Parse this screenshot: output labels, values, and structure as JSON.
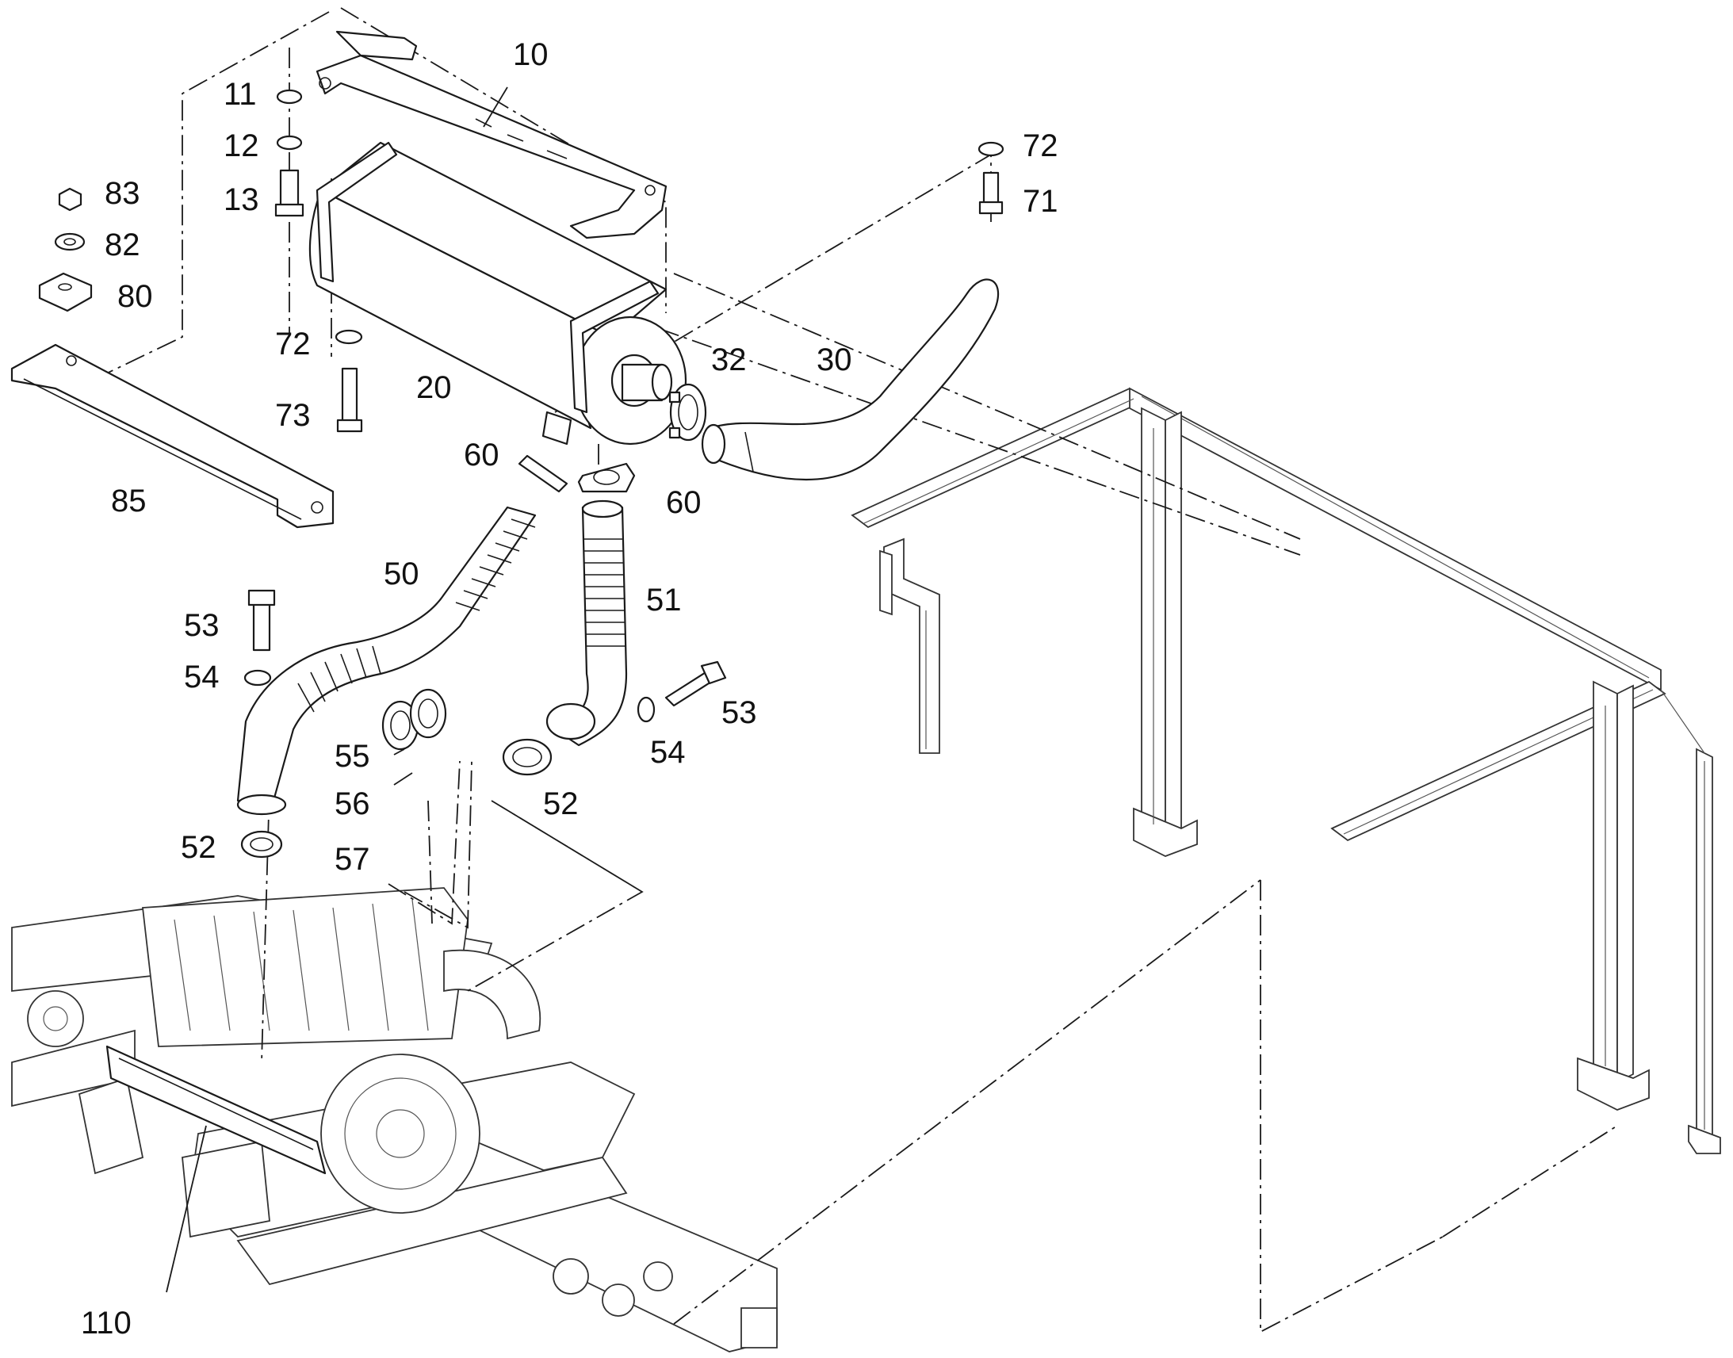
{
  "colors": {
    "line": "#1a1a1a",
    "background": "#ffffff"
  },
  "callouts": [
    {
      "id": "c10",
      "text": "10"
    },
    {
      "id": "c11",
      "text": "11"
    },
    {
      "id": "c12",
      "text": "12"
    },
    {
      "id": "c13",
      "text": "13"
    },
    {
      "id": "c83",
      "text": "83"
    },
    {
      "id": "c82",
      "text": "82"
    },
    {
      "id": "c80",
      "text": "80"
    },
    {
      "id": "c72a",
      "text": "72"
    },
    {
      "id": "c71",
      "text": "71"
    },
    {
      "id": "c72b",
      "text": "72"
    },
    {
      "id": "c73",
      "text": "73"
    },
    {
      "id": "c20",
      "text": "20"
    },
    {
      "id": "c32",
      "text": "32"
    },
    {
      "id": "c30",
      "text": "30"
    },
    {
      "id": "c85",
      "text": "85"
    },
    {
      "id": "c60a",
      "text": "60"
    },
    {
      "id": "c60b",
      "text": "60"
    },
    {
      "id": "c50",
      "text": "50"
    },
    {
      "id": "c51",
      "text": "51"
    },
    {
      "id": "c53a",
      "text": "53"
    },
    {
      "id": "c54a",
      "text": "54"
    },
    {
      "id": "c53b",
      "text": "53"
    },
    {
      "id": "c54b",
      "text": "54"
    },
    {
      "id": "c55",
      "text": "55"
    },
    {
      "id": "c56",
      "text": "56"
    },
    {
      "id": "c52a",
      "text": "52"
    },
    {
      "id": "c52b",
      "text": "52"
    },
    {
      "id": "c57",
      "text": "57"
    },
    {
      "id": "c110",
      "text": "110"
    }
  ]
}
